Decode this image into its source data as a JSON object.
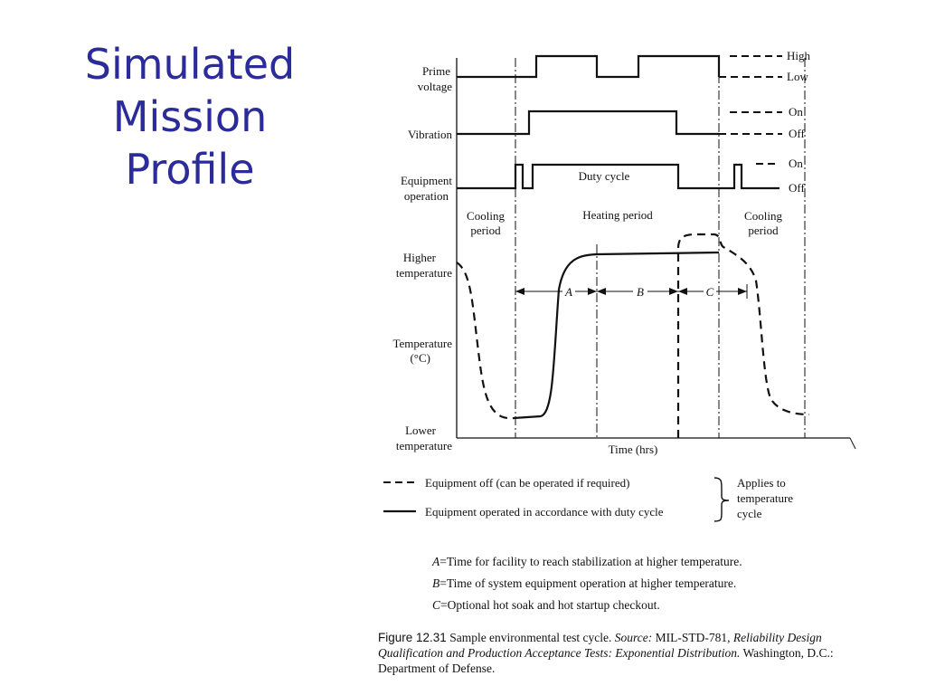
{
  "slide": {
    "title_lines": [
      "Simulated",
      "Mission",
      "Profile"
    ]
  },
  "signals": {
    "prime_voltage": {
      "label_lines": [
        "Prime",
        "voltage"
      ],
      "high": "High",
      "low": "Low"
    },
    "vibration": {
      "label": "Vibration",
      "on": "On",
      "off": "Off"
    },
    "equipment_operation": {
      "label_lines": [
        "Equipment",
        "operation"
      ],
      "on": "On",
      "off": "Off",
      "duty_cycle": "Duty cycle"
    }
  },
  "periods": {
    "cooling_left": [
      "Cooling",
      "period"
    ],
    "heating": "Heating period",
    "cooling_right": [
      "Cooling",
      "period"
    ]
  },
  "temperature": {
    "higher": [
      "Higher",
      "temperature"
    ],
    "axis_label": [
      "Temperature",
      "(°C)"
    ],
    "lower": [
      "Lower",
      "temperature"
    ],
    "x_axis": "Time (hrs)",
    "intervals": {
      "a": "A",
      "b": "B",
      "c": "C"
    }
  },
  "legend": {
    "dashed": "Equipment off  (can be operated if required)",
    "solid": "Equipment operated in accordance with duty cycle",
    "applies": [
      "Applies to",
      "temperature",
      "cycle"
    ]
  },
  "definitions": [
    {
      "letter": "A",
      "text": "=Time for facility to reach stabilization at higher temperature."
    },
    {
      "letter": "B",
      "text": "=Time of system equipment operation at higher temperature."
    },
    {
      "letter": "C",
      "text": "=Optional hot soak and hot startup checkout."
    }
  ],
  "caption": {
    "number": "Figure 12.31",
    "text1": "  Sample environmental test cycle. ",
    "source": "Source:",
    "text2": " MIL-STD-781, ",
    "title": "Reliability Design Qualification and Production Acceptance Tests: Exponential Distribution.",
    "text3": " Washington, D.C.: Department of Defense."
  },
  "colors": {
    "title": "#2b2b9a",
    "ink": "#111111"
  }
}
